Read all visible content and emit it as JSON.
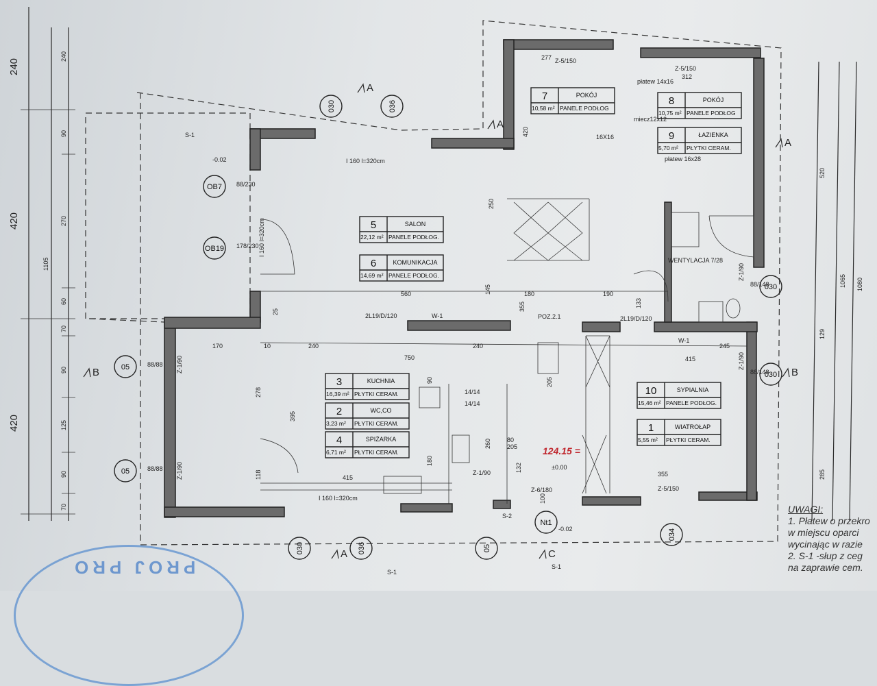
{
  "rooms": [
    {
      "num": "5",
      "name": "SALON",
      "area": "22,12 m²",
      "finish": "PANELE PODŁOG."
    },
    {
      "num": "6",
      "name": "KOMUNIKACJA",
      "area": "14,69 m²",
      "finish": "PANELE PODŁOG."
    },
    {
      "num": "7",
      "name": "POKÓJ",
      "area": "10,58 m²",
      "finish": "PANELE PODŁOG"
    },
    {
      "num": "8",
      "name": "POKÓJ",
      "area": "10,75 m²",
      "finish": "PANELE PODŁOG"
    },
    {
      "num": "9",
      "name": "ŁAZIENKA",
      "area": "5,70 m²",
      "finish": "PŁYTKI CERAM."
    },
    {
      "num": "3",
      "name": "KUCHNIA",
      "area": "16,39 m²",
      "finish": "PŁYTKI CERAM."
    },
    {
      "num": "2",
      "name": "WC,CO",
      "area": "3,23 m²",
      "finish": "PŁYTKI CERAM."
    },
    {
      "num": "4",
      "name": "SPIŻARKA",
      "area": "6,71 m²",
      "finish": "PŁYTKI CERAM."
    },
    {
      "num": "10",
      "name": "SYPIALNIA",
      "area": "15,46 m²",
      "finish": "PANELE PODŁOG."
    },
    {
      "num": "1",
      "name": "WIATROŁAP",
      "area": "5,55 m²",
      "finish": "PŁYTKI CERAM."
    }
  ],
  "markers": [
    "030",
    "036",
    "OB7",
    "OB19",
    "05",
    "05",
    "030",
    "030",
    "034",
    "030",
    "036",
    "05",
    "Nt1"
  ],
  "marker_sub": [
    "88/230",
    "178/230",
    "88/88",
    "88/88",
    "88/148",
    "88/148"
  ],
  "sections": [
    "A",
    "A",
    "A",
    "A",
    "B",
    "B",
    "C"
  ],
  "left_dims": {
    "outer": [
      "240",
      "420",
      "420"
    ],
    "mid": [
      "1105"
    ],
    "inner": [
      "240",
      "90",
      "270",
      "60",
      "70",
      "90",
      "125",
      "90",
      "70"
    ]
  },
  "right_dims": [
    "520",
    "1065",
    "1080",
    "129",
    "285"
  ],
  "labels": [
    "S-1",
    "S-1",
    "S-1",
    "S-2",
    "Z-5/150",
    "Z-5/150",
    "Z-5/150",
    "Z-1/90",
    "Z-1/90",
    "Z-1/90",
    "Z-1/90",
    "Z-1/90",
    "Z-6/180",
    "I 160 l=320cm",
    "I 160 l=320cm",
    "I 160 l=320cm",
    "2L19/D/120",
    "2L19/D/120",
    "W-1",
    "W-1",
    "POZ.2.1",
    "WENTYLACJA 7/28",
    "płatew 14x16",
    "płatew 16x28",
    "miecz12x12",
    "16X16",
    "14/14",
    "14/14",
    "-0.02",
    "-0.02",
    "±0.00"
  ],
  "dims": [
    "560",
    "180",
    "190",
    "170",
    "240",
    "750",
    "240",
    "415",
    "245",
    "415",
    "355",
    "277",
    "312",
    "250",
    "420",
    "145",
    "355",
    "278",
    "395",
    "118",
    "80",
    "205",
    "90",
    "205",
    "180",
    "260",
    "132",
    "100",
    "133",
    "25",
    "10"
  ],
  "red_note": "124.15 =",
  "notes": {
    "title": "UWAGI:",
    "lines": [
      "1. Płatew o przekro",
      "w miejscu oparci",
      "wycinając w razie",
      "2. S-1 -słup z ceg",
      "na zaprawie cem."
    ]
  },
  "stamp": "PROJ PRO"
}
